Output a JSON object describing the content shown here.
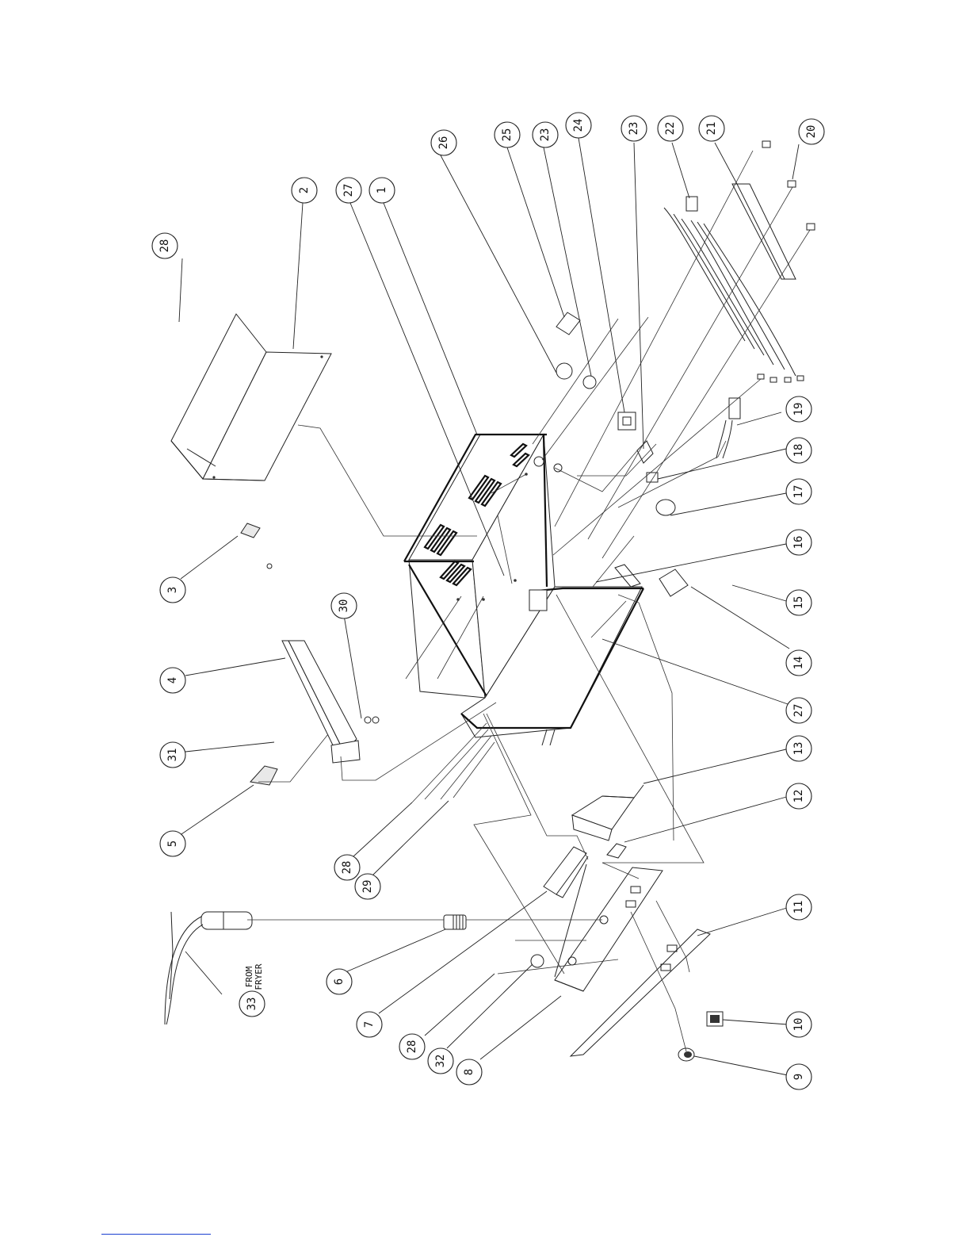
{
  "diagram": {
    "callouts": [
      "1",
      "2",
      "3",
      "4",
      "5",
      "6",
      "7",
      "8",
      "9",
      "10",
      "11",
      "12",
      "13",
      "14",
      "15",
      "16",
      "17",
      "18",
      "19",
      "20",
      "21",
      "22",
      "23",
      "23",
      "24",
      "25",
      "26",
      "27",
      "27",
      "28",
      "28",
      "28",
      "29",
      "30",
      "31",
      "32",
      "33"
    ],
    "note": {
      "line1": "FROM",
      "line2": "FRYER"
    }
  }
}
